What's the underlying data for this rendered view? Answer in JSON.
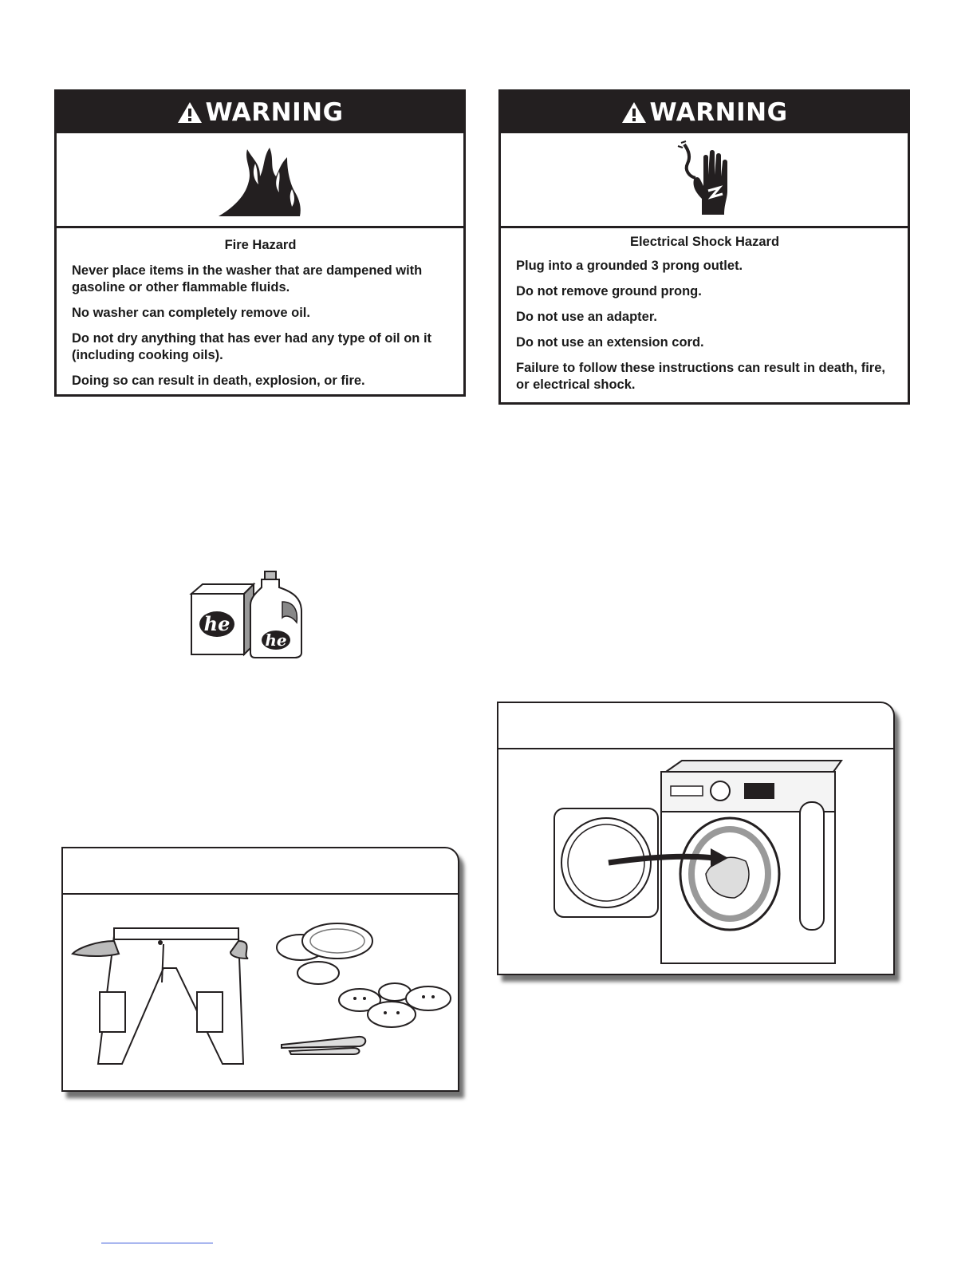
{
  "warnings": [
    {
      "header": "WARNING",
      "hazard": "Fire Hazard",
      "icon": "fire-icon",
      "lines": [
        "Never place items in the washer that are dampened with gasoline or other flammable fluids.",
        "No washer can completely remove oil.",
        "Do not dry anything that has ever had any type of oil on it (including cooking oils).",
        "Doing so can result in death, explosion, or fire."
      ]
    },
    {
      "header": "WARNING",
      "hazard": "Electrical Shock Hazard",
      "icon": "electric-shock-hand-icon",
      "lines": [
        "Plug into a grounded 3 prong outlet.",
        "Do not remove ground prong.",
        "Do not use an adapter.",
        "Do not use an extension cord.",
        "Failure to follow these instructions can result in death, fire, or electrical shock."
      ]
    }
  ],
  "illustrations": {
    "detergent_logo": "he",
    "detergent_icon": "he-detergent-icon",
    "pockets_icon": "empty-pockets-icon",
    "coins_icon": "coins-icon",
    "buttons_icon": "buttons-icon",
    "safety_pins_icon": "safety-pins-icon",
    "washer_icon": "front-load-washer-icon"
  },
  "colors": {
    "ink": "#231f20",
    "paper": "#ffffff",
    "link": "#3b5bdb"
  }
}
